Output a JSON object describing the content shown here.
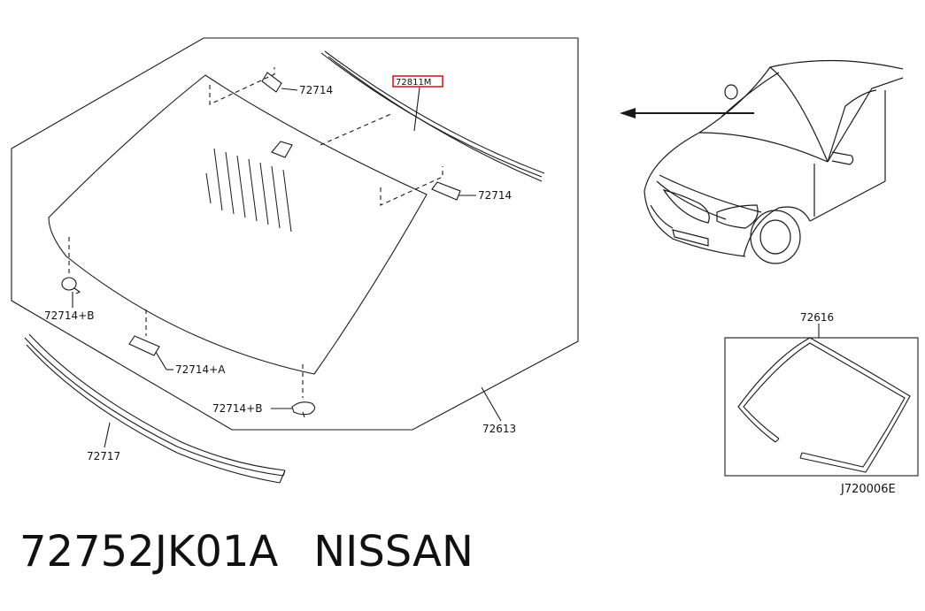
{
  "parts": {
    "molding_top": "72811M",
    "clip_upper_left": "72714",
    "clip_upper_right": "72714",
    "fastener_left": "72714+B",
    "fastener_bottom": "72714+B",
    "clip_lower": "72714+A",
    "glass": "72613",
    "lower_molding": "72717",
    "seal_kit": "72616"
  },
  "diagram_code": "J720006E",
  "footer": {
    "part_number": "72752JK01A",
    "brand": "NISSAN"
  },
  "colors": {
    "line": "#1a1a1a",
    "highlight": "#e0191b"
  }
}
